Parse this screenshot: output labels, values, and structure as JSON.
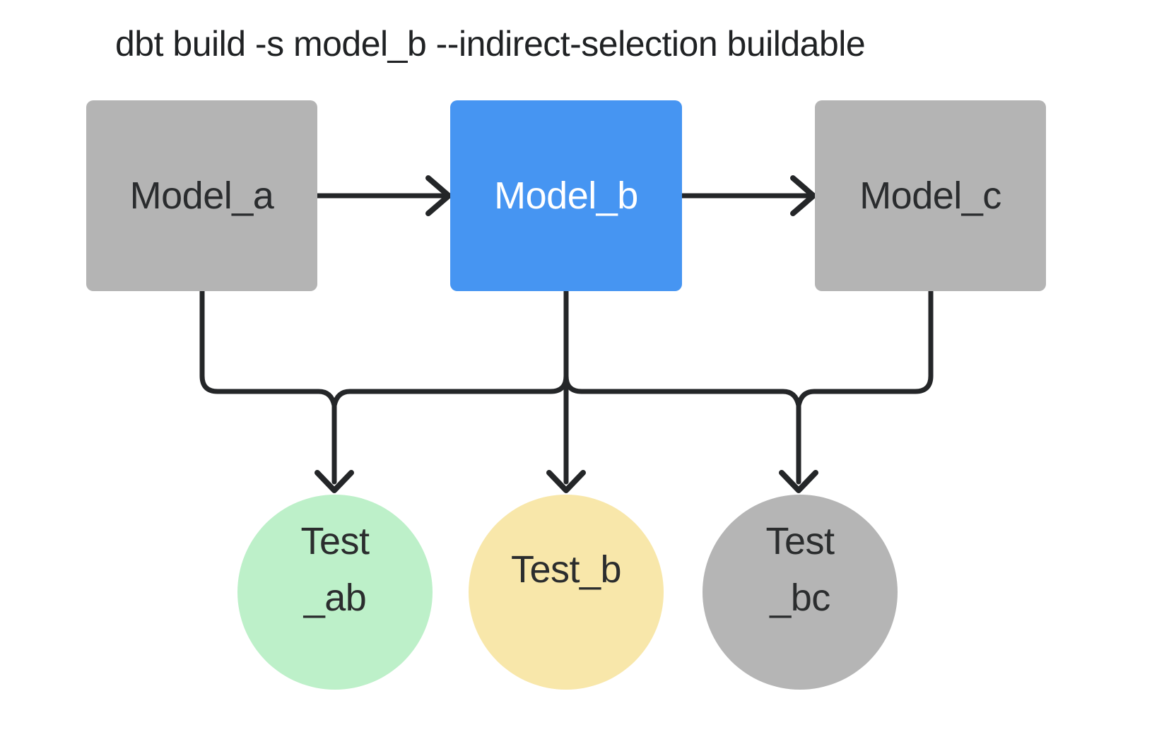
{
  "title": "dbt build -s model_b --indirect-selection buildable",
  "colors": {
    "model_default": "#b4b4b4",
    "model_selected": "#4695f2",
    "test_green": "#bdf0c9",
    "test_yellow": "#f8e7aa",
    "test_gray": "#b5b5b5",
    "edge": "#242628",
    "title_text": "#202224",
    "model_text_dark": "#2a2c2e",
    "model_text_light": "#ffffff"
  },
  "models": [
    {
      "id": "model_a",
      "label": "Model_a",
      "variant": "gray"
    },
    {
      "id": "model_b",
      "label": "Model_b",
      "variant": "blue"
    },
    {
      "id": "model_c",
      "label": "Model_c",
      "variant": "gray"
    }
  ],
  "tests": [
    {
      "id": "test_ab",
      "lines": [
        "Test",
        "_ab"
      ],
      "variant": "green"
    },
    {
      "id": "test_b",
      "lines": [
        "Test_b"
      ],
      "variant": "yellow"
    },
    {
      "id": "test_bc",
      "lines": [
        "Test",
        "_bc"
      ],
      "variant": "gray"
    }
  ]
}
